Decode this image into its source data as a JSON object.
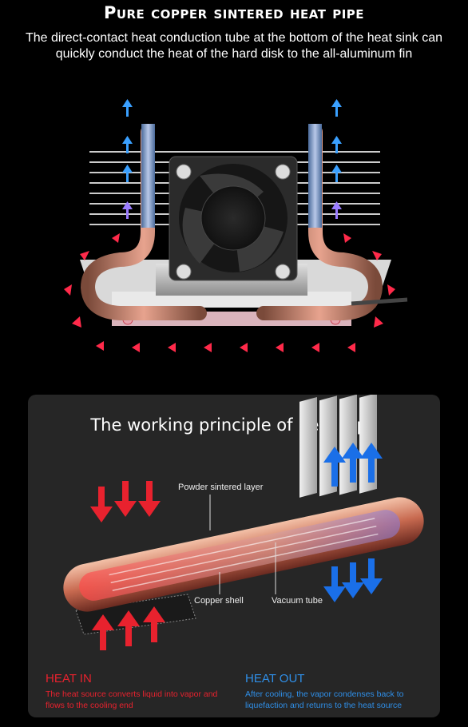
{
  "header": {
    "title": "Pure copper sintered heat pipe",
    "subtitle": "The direct-contact heat conduction tube at the bottom of the heat sink can quickly conduct the heat of the hard disk to the all-aluminum fin"
  },
  "principle": {
    "title": "The working principle of heat pipe",
    "labels": {
      "powder_layer": "Powder sintered layer",
      "copper_shell": "Copper shell",
      "vacuum_tube": "Vacuum tube"
    },
    "heat_in": {
      "heading": "HEAT IN",
      "description": "The heat source converts liquid into vapor and flows to the cooling end"
    },
    "heat_out": {
      "heading": "HEAT OUT",
      "description": "After cooling, the vapor condenses back to liquefaction and returns to the heat source"
    }
  },
  "colors": {
    "heat": "#e8222e",
    "cool": "#2f8fe8",
    "copper": "#d98a5a"
  }
}
